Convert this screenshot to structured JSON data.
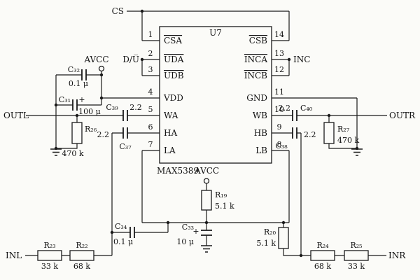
{
  "ic": {
    "refdes": "U7",
    "part": "MAX5389",
    "left_pins": [
      {
        "num": "1",
        "name": "CSA",
        "bar": true
      },
      {
        "num": "2",
        "name": "UDA",
        "bar": true
      },
      {
        "num": "3",
        "name": "UDB",
        "bar": true
      },
      {
        "num": "4",
        "name": "VDD",
        "bar": false
      },
      {
        "num": "5",
        "name": "WA",
        "bar": false
      },
      {
        "num": "6",
        "name": "HA",
        "bar": false
      },
      {
        "num": "7",
        "name": "LA",
        "bar": false
      }
    ],
    "right_pins": [
      {
        "num": "14",
        "name": "CSB",
        "bar": true
      },
      {
        "num": "13",
        "name": "INCA",
        "bar": true
      },
      {
        "num": "12",
        "name": "INCB",
        "bar": true
      },
      {
        "num": "11",
        "name": "GND",
        "bar": false
      },
      {
        "num": "10",
        "name": "WB",
        "bar": false
      },
      {
        "num": "9",
        "name": "HB",
        "bar": false
      },
      {
        "num": "8",
        "name": "LB",
        "bar": false
      }
    ]
  },
  "nets": {
    "cs": "CS",
    "du": "D/U̅",
    "inc": "INC",
    "avcc_top": "AVCC",
    "avcc_bottom": "AVCC",
    "outl": "OUTL",
    "outr": "OUTR",
    "inl": "INL",
    "inr": "INR"
  },
  "components": {
    "r19": {
      "ref": "R₁₉",
      "value": "5.1 k"
    },
    "r20": {
      "ref": "R₂₀",
      "value": "5.1 k"
    },
    "r22": {
      "ref": "R₂₂",
      "value": "68 k"
    },
    "r23": {
      "ref": "R₂₃",
      "value": "33 k"
    },
    "r24": {
      "ref": "R₂₄",
      "value": "68 k"
    },
    "r25": {
      "ref": "R₂₅",
      "value": "33 k"
    },
    "r26": {
      "ref": "R₂₆",
      "value": "470 k"
    },
    "r27": {
      "ref": "R₂₇",
      "value": "470 k"
    },
    "c31": {
      "ref": "C₃₁",
      "value": "100 μ",
      "plus": "+"
    },
    "c32": {
      "ref": "C₃₂",
      "value": "0.1 μ"
    },
    "c33": {
      "ref": "C₃₃",
      "value": "10 μ",
      "plus": "+"
    },
    "c34": {
      "ref": "C₃₄",
      "value": "0.1 μ"
    },
    "c37": {
      "ref": "C₃₇",
      "value": "2.2"
    },
    "c38": {
      "ref": "C₃₈",
      "value": "2.2"
    },
    "c39": {
      "ref": "C₃₉",
      "value": "2.2"
    },
    "c40": {
      "ref": "C₄₀",
      "value": "2.2"
    }
  }
}
